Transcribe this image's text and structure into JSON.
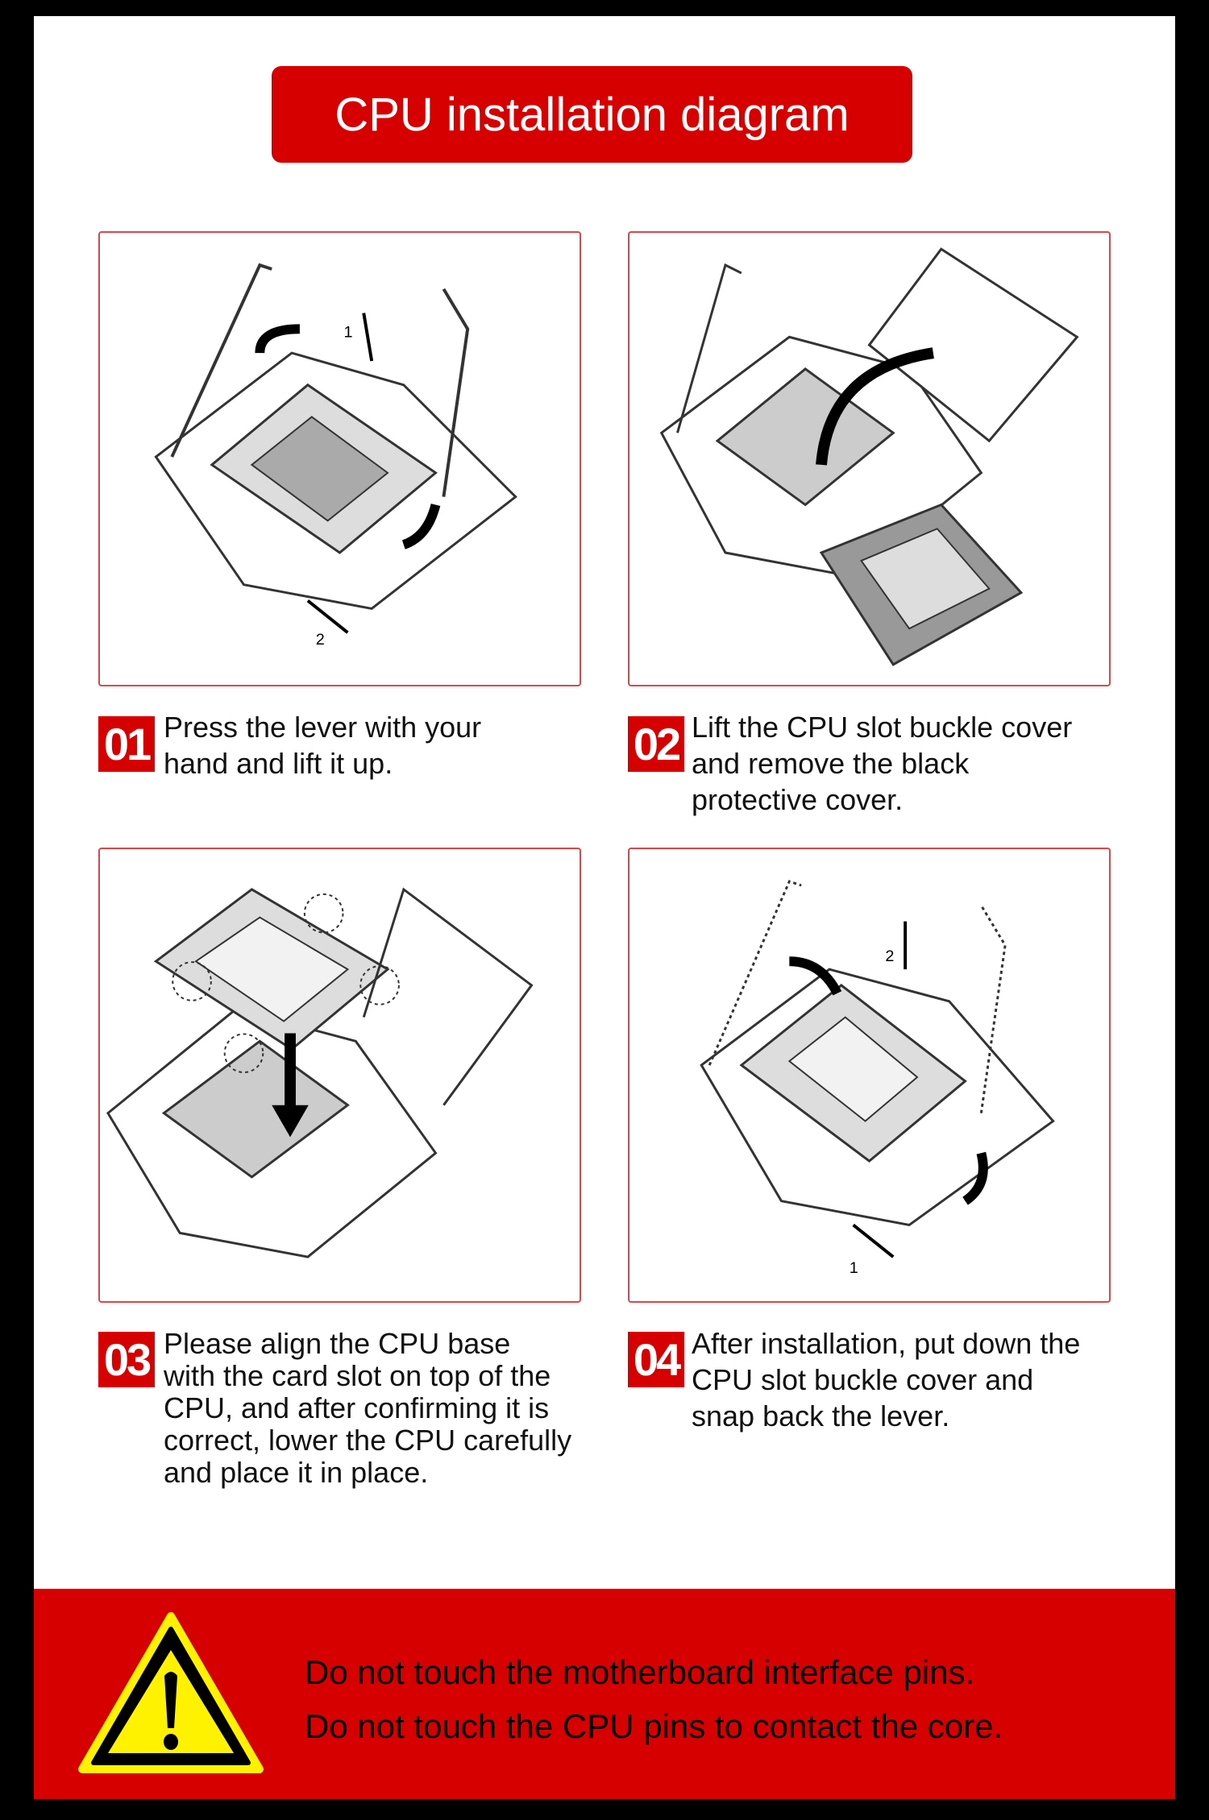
{
  "title": "CPU installation diagram",
  "steps": [
    {
      "number": "01",
      "text_lines": [
        "Press the lever with your",
        "hand and lift it up."
      ],
      "labels": [
        "1",
        "2"
      ]
    },
    {
      "number": "02",
      "text_lines": [
        "Lift the CPU slot buckle cover",
        "and remove the black",
        "protective cover."
      ]
    },
    {
      "number": "03",
      "text_lines": [
        "Please align the CPU base",
        "with the card slot on top of the",
        "CPU, and after confirming it is",
        "correct, lower the CPU carefully",
        "and place it in place."
      ]
    },
    {
      "number": "04",
      "text_lines": [
        "After installation, put down the",
        "CPU slot buckle cover and",
        "snap back the lever."
      ],
      "labels": [
        "2",
        "1"
      ]
    }
  ],
  "warning": {
    "icon": "warning-triangle-icon",
    "lines": [
      "Do not touch the motherboard interface pins.",
      "Do not touch the CPU pins to contact the core."
    ]
  },
  "colors": {
    "accent": "#d70000",
    "warning_yellow": "#fff200",
    "panel_border": "#d9474a"
  }
}
